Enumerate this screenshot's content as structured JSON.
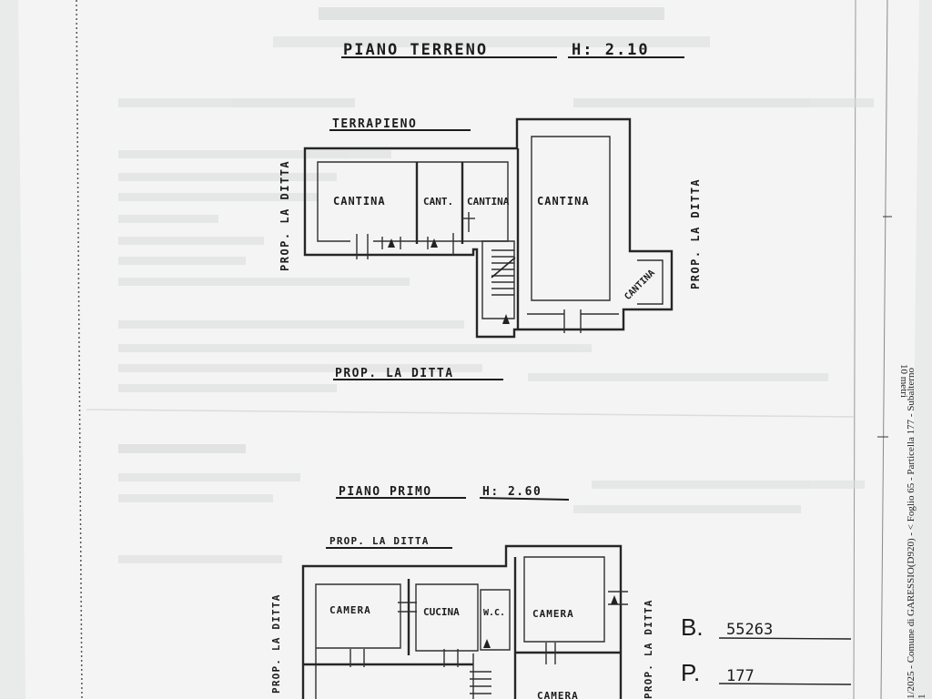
{
  "ground_floor": {
    "title": "PIANO TERRENO",
    "height": "H: 2.10",
    "terrapieno": "TERRAPIENO",
    "rooms": [
      "CANTINA",
      "CANT.",
      "CANTINA",
      "CANTINA",
      "CANTINA"
    ],
    "prop_left": "PROP. LA DITTA",
    "prop_right": "PROP. LA DITTA",
    "prop_bottom": "PROP. LA DITTA"
  },
  "first_floor": {
    "title": "PIANO PRIMO",
    "height": "H: 2.60",
    "prop_top": "PROP. LA DITTA",
    "rooms": [
      "CAMERA",
      "CUCINA",
      "W.C.",
      "CAMERA",
      "CAMERA"
    ],
    "prop_left": "PROP. LA DITTA",
    "prop_right": "PROP. LA DITTA"
  },
  "stamp": {
    "b_label": "B.",
    "b_value": "55263",
    "p_label": "P.",
    "p_value": "177"
  },
  "margin": {
    "line1": "1/2025 - Comune di GARESSIO(D920) - < Foglio 65 - Particella 177 - Subalterno",
    "line2": "10 metri",
    "line3": "1"
  }
}
